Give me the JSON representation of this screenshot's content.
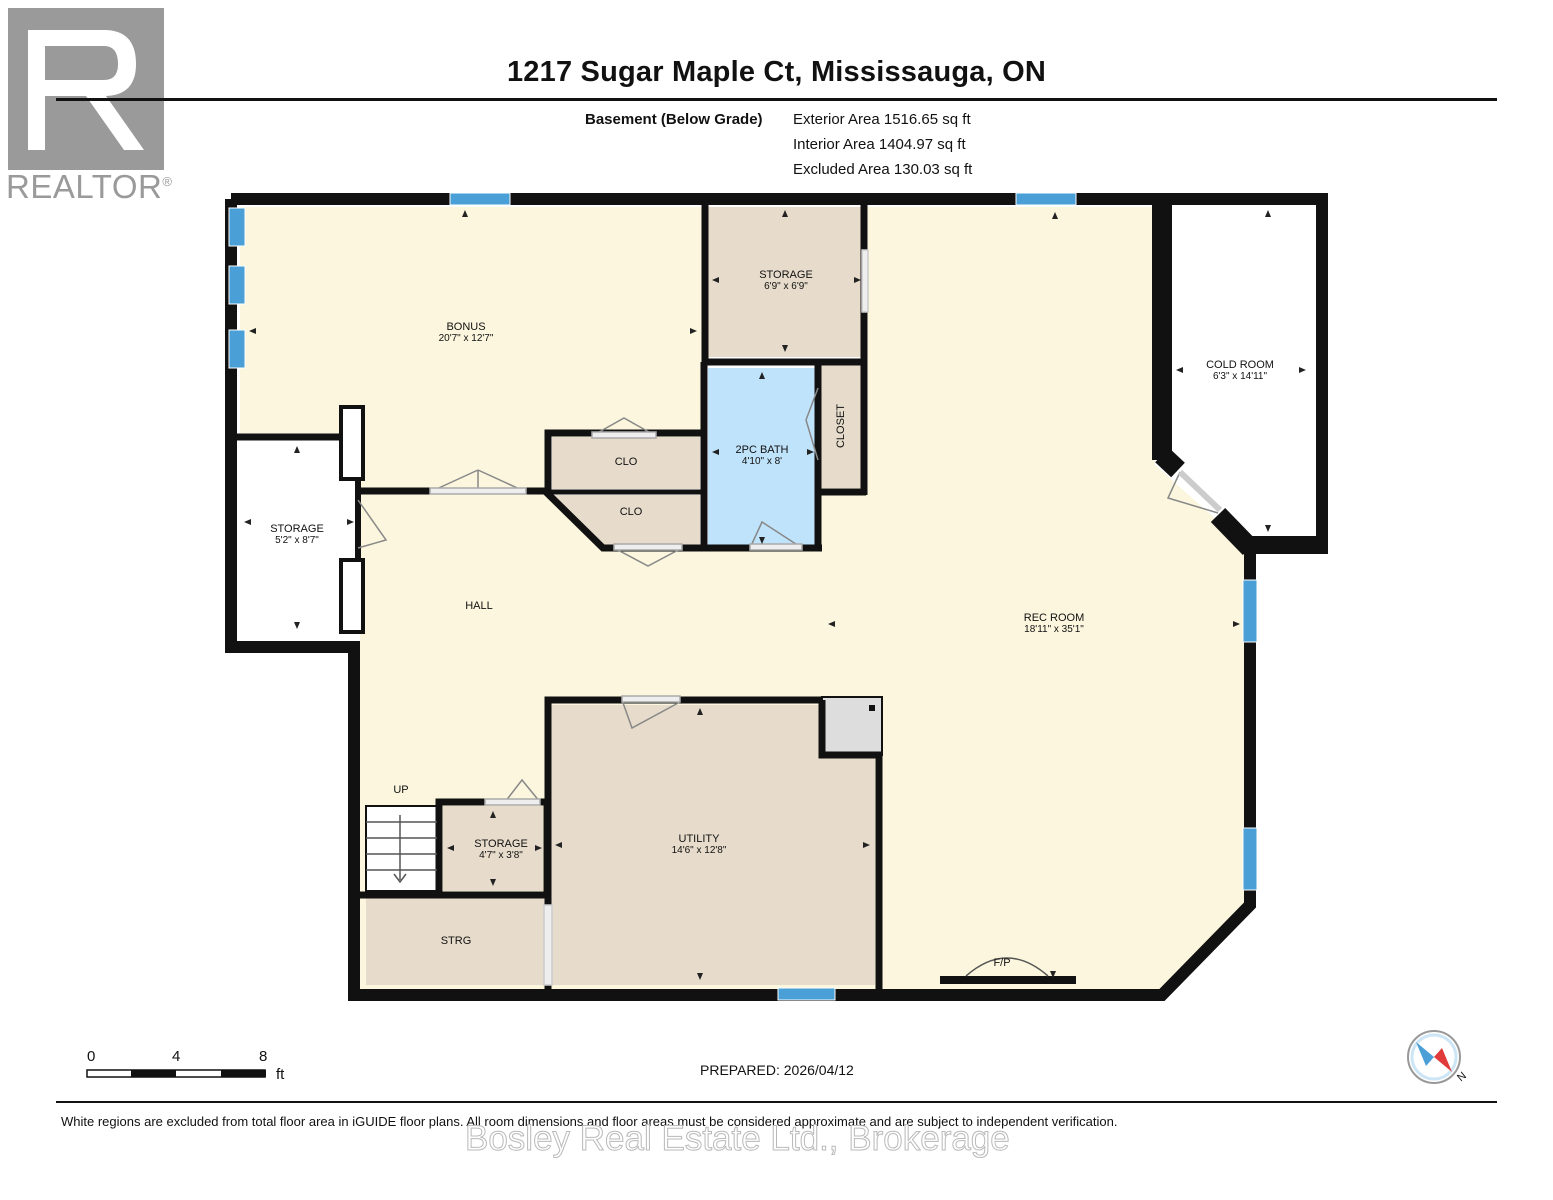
{
  "header": {
    "title": "1217 Sugar Maple Ct, Mississauga, ON",
    "level": "Basement (Below Grade)",
    "areas": [
      "Exterior Area 1516.65 sq ft",
      "Interior Area 1404.97 sq ft",
      "Excluded Area 130.03 sq ft"
    ]
  },
  "logo": {
    "text": "REALTOR",
    "mark": "®",
    "icon": "realtor-r-icon"
  },
  "rooms": {
    "bonus": {
      "name": "BONUS",
      "dim": "20'7\" x 12'7\""
    },
    "storage_top": {
      "name": "STORAGE",
      "dim": "6'9\" x 6'9\""
    },
    "cold_room": {
      "name": "COLD ROOM",
      "dim": "6'3\" x 14'11\""
    },
    "bath": {
      "name": "2PC BATH",
      "dim": "4'10\" x 8'"
    },
    "closet": {
      "name": "CLOSET"
    },
    "clo1": {
      "name": "CLO"
    },
    "clo2": {
      "name": "CLO"
    },
    "storage_left": {
      "name": "STORAGE",
      "dim": "5'2\" x 8'7\""
    },
    "hall": {
      "name": "HALL"
    },
    "rec_room": {
      "name": "REC ROOM",
      "dim": "18'11\" x 35'1\""
    },
    "utility": {
      "name": "UTILITY",
      "dim": "14'6\" x 12'8\""
    },
    "storage_small": {
      "name": "STORAGE",
      "dim": "4'7\" x 3'8\""
    },
    "strg": {
      "name": "STRG"
    },
    "up": {
      "name": "UP"
    },
    "fireplace": {
      "name": "F/P"
    }
  },
  "scale": {
    "ticks": [
      "0",
      "4",
      "8"
    ],
    "unit": "ft"
  },
  "compass": {
    "icon": "compass-icon",
    "label": "N"
  },
  "footer": {
    "prepared": "PREPARED: 2026/04/12",
    "disclaimer": "White regions are excluded from total floor area in iGUIDE floor plans. All room dimensions and floor areas must be considered approximate and are subject to independent verification.",
    "watermark": "Bosley Real Estate Ltd., Brokerage"
  },
  "colors": {
    "wall": "#111111",
    "hall_floor": "#fbf6dd",
    "storage_floor": "#e7dccb",
    "bath_floor": "#bfe3fa",
    "window": "#4a9fd6",
    "logo": "#9a9a9a"
  }
}
